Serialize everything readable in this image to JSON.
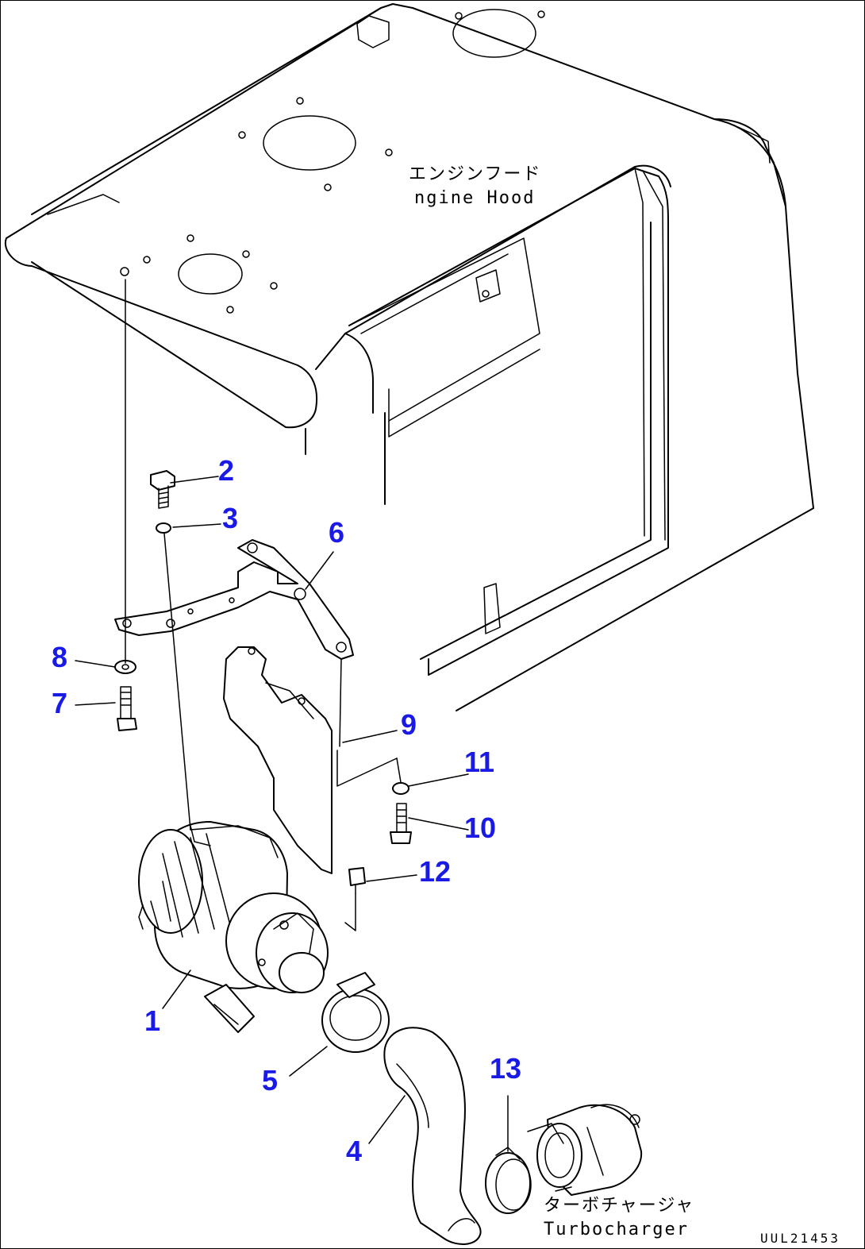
{
  "parts": [
    "1",
    "2",
    "3",
    "4",
    "5",
    "6",
    "7",
    "8",
    "9",
    "10",
    "11",
    "12",
    "13"
  ],
  "labels": {
    "engine_hood_jp": "エンジンフード",
    "engine_hood_en": "ngine Hood",
    "turbo_jp": "ターボチャージャ",
    "turbo_en": "Turbocharger"
  },
  "drawing_code": "UUL21453",
  "colors": {
    "callout": "#1a1ae6",
    "line": "#000000",
    "background": "#ffffff"
  }
}
